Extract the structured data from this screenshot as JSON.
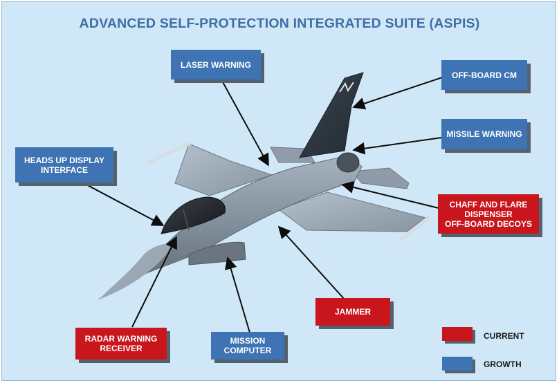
{
  "title": "ADVANCED SELF-PROTECTION INTEGRATED SUITE (ASPIS)",
  "labels": {
    "laser_warning": "LASER WARNING",
    "off_board_cm": "OFF-BOARD CM",
    "missile_warning": "MISSILE WARNING",
    "heads_up_display": "HEADS UP DISPLAY\nINTERFACE",
    "chaff_flare": "CHAFF AND FLARE\nDISPENSER\nOFF-BOARD DECOYS",
    "jammer": "JAMMER",
    "radar_warning": "RADAR WARNING\nRECEIVER",
    "mission_computer": "MISSION\nCOMPUTER"
  },
  "legend": {
    "current": "CURRENT",
    "growth": "GROWTH"
  },
  "colors": {
    "current": "#c8161c",
    "growth": "#3e74b4",
    "background": "#cfe7f6",
    "title": "#3f6ea6"
  }
}
